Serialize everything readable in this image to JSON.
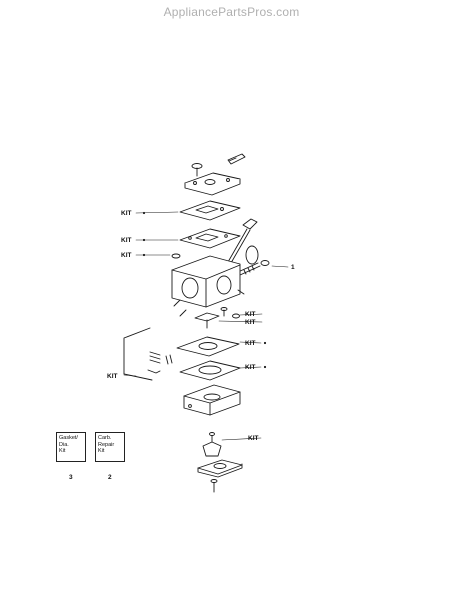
{
  "header": {
    "watermark": "AppliancePartsPros.com"
  },
  "callouts": {
    "kit_label": "KIT",
    "part_1": "1"
  },
  "boxes": [
    {
      "lines": [
        "Gasket/",
        "Dia.",
        "Kit"
      ],
      "number": "3"
    },
    {
      "lines": [
        "Carb.",
        "Repair",
        "Kit"
      ],
      "number": "2"
    }
  ],
  "colors": {
    "line": "#1a1a1a",
    "watermark": "#b0b0b0"
  }
}
